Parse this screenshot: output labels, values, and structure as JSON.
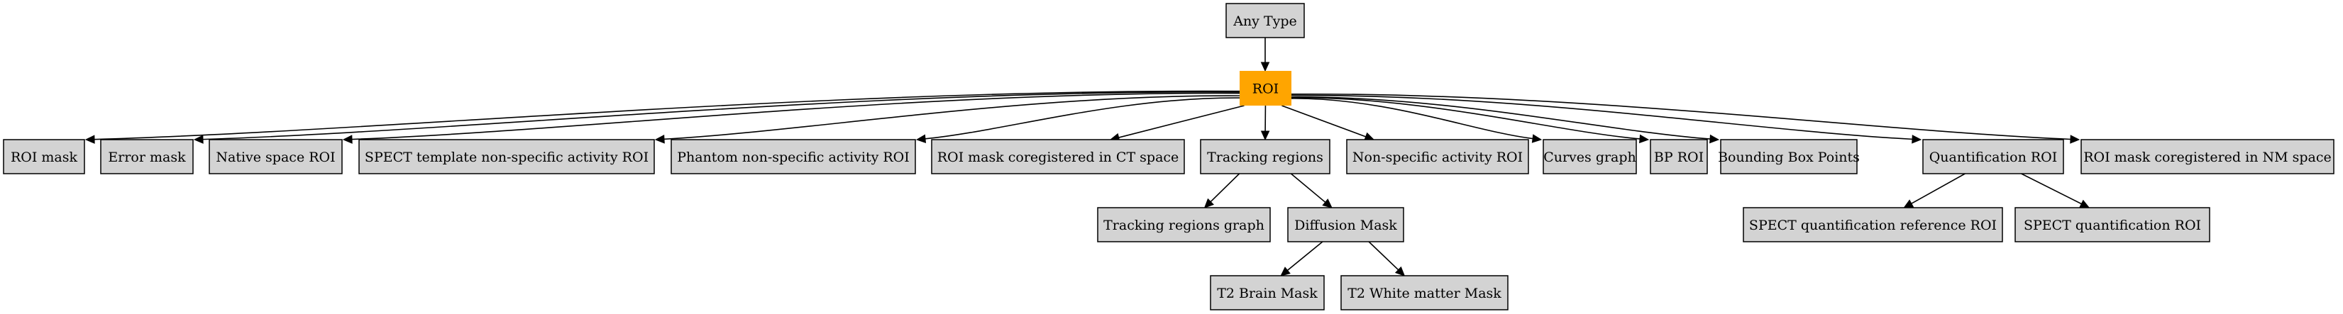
{
  "title": "ROI type hierarchy",
  "colors": {
    "node_fill": "#d3d3d3",
    "highlight_fill": "#ffa500",
    "edge": "#000000",
    "text": "#000000"
  },
  "nodes": [
    {
      "id": "any_type",
      "label": "Any Type"
    },
    {
      "id": "roi",
      "label": "ROI",
      "highlight": true
    },
    {
      "id": "roi_mask",
      "label": "ROI mask"
    },
    {
      "id": "error_mask",
      "label": "Error mask"
    },
    {
      "id": "native_space_roi",
      "label": "Native space ROI"
    },
    {
      "id": "spect_template_nsa_roi",
      "label": "SPECT template non-specific activity ROI"
    },
    {
      "id": "phantom_nsa_roi",
      "label": "Phantom non-specific activity ROI"
    },
    {
      "id": "roi_mask_ct",
      "label": "ROI mask coregistered in CT space"
    },
    {
      "id": "tracking_regions",
      "label": "Tracking regions"
    },
    {
      "id": "nsa_roi",
      "label": "Non-specific activity ROI"
    },
    {
      "id": "curves_graph",
      "label": "Curves graph"
    },
    {
      "id": "bp_roi",
      "label": "BP ROI"
    },
    {
      "id": "bounding_box_points",
      "label": "Bounding Box Points"
    },
    {
      "id": "quantification_roi",
      "label": "Quantification ROI"
    },
    {
      "id": "roi_mask_nm",
      "label": "ROI mask coregistered in NM space"
    },
    {
      "id": "tracking_regions_graph",
      "label": "Tracking regions graph"
    },
    {
      "id": "diffusion_mask",
      "label": "Diffusion Mask"
    },
    {
      "id": "t2_brain_mask",
      "label": "T2 Brain Mask"
    },
    {
      "id": "t2_white_matter_mask",
      "label": "T2 White matter Mask"
    },
    {
      "id": "spect_quant_ref_roi",
      "label": "SPECT quantification reference ROI"
    },
    {
      "id": "spect_quant_roi",
      "label": "SPECT quantification ROI"
    }
  ],
  "edges": [
    {
      "from": "any_type",
      "to": "roi"
    },
    {
      "from": "roi",
      "to": "roi_mask"
    },
    {
      "from": "roi",
      "to": "error_mask"
    },
    {
      "from": "roi",
      "to": "native_space_roi"
    },
    {
      "from": "roi",
      "to": "spect_template_nsa_roi"
    },
    {
      "from": "roi",
      "to": "phantom_nsa_roi"
    },
    {
      "from": "roi",
      "to": "roi_mask_ct"
    },
    {
      "from": "roi",
      "to": "tracking_regions"
    },
    {
      "from": "roi",
      "to": "nsa_roi"
    },
    {
      "from": "roi",
      "to": "curves_graph"
    },
    {
      "from": "roi",
      "to": "bp_roi"
    },
    {
      "from": "roi",
      "to": "bounding_box_points"
    },
    {
      "from": "roi",
      "to": "quantification_roi"
    },
    {
      "from": "roi",
      "to": "roi_mask_nm"
    },
    {
      "from": "tracking_regions",
      "to": "tracking_regions_graph"
    },
    {
      "from": "tracking_regions",
      "to": "diffusion_mask"
    },
    {
      "from": "diffusion_mask",
      "to": "t2_brain_mask"
    },
    {
      "from": "diffusion_mask",
      "to": "t2_white_matter_mask"
    },
    {
      "from": "quantification_roi",
      "to": "spect_quant_ref_roi"
    },
    {
      "from": "quantification_roi",
      "to": "spect_quant_roi"
    }
  ]
}
